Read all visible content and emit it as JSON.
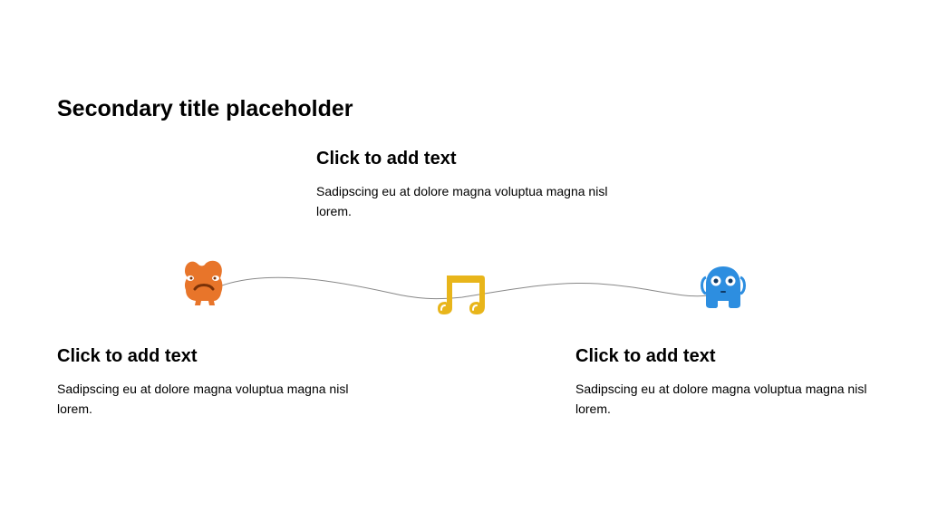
{
  "slide": {
    "title": "Secondary title placeholder"
  },
  "blocks": {
    "top": {
      "heading": "Click to add text",
      "body": "Sadipscing eu at dolore magna voluptua magna nisl lorem."
    },
    "left": {
      "heading": "Click to add text",
      "body": "Sadipscing eu at dolore magna voluptua magna nisl lorem."
    },
    "right": {
      "heading": "Click to add text",
      "body": "Sadipscing eu at dolore magna voluptua magna nisl lorem."
    }
  },
  "icons": {
    "left": {
      "name": "orange-monster-icon",
      "color": "#E8752A"
    },
    "center": {
      "name": "music-note-icon",
      "color": "#E8B51A"
    },
    "right": {
      "name": "blue-monster-icon",
      "color": "#2D8EE0"
    }
  },
  "connector": {
    "color": "#888888"
  }
}
